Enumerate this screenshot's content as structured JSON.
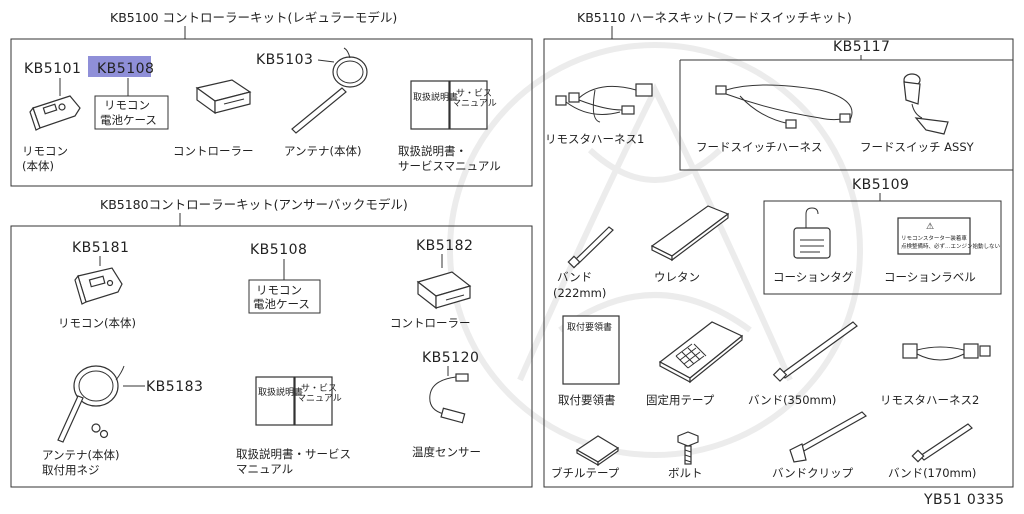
{
  "diagram": {
    "figure_id": "YB51 0335",
    "kit_regular": {
      "title": "KB5100 コントローラーキット(レギュラーモデル)",
      "remote_code": "KB5101",
      "battery_case_code": "KB5108",
      "battery_case_label_1": "リモコン",
      "battery_case_label_2": "電池ケース",
      "remote_label_1": "リモコン",
      "remote_label_2": "(本体)",
      "controller_label": "コントローラー",
      "antenna_code": "KB5103",
      "antenna_label": "アンテナ(本体)",
      "manual_label_1": "取扱説明書・",
      "manual_label_2": "サービスマニュアル",
      "booklet_1": "取扱説明書",
      "booklet_2_line1": "サ・ビス",
      "booklet_2_line2": "マニュアル"
    },
    "kit_answerback": {
      "title": "KB5180コントローラーキット(アンサーバックモデル)",
      "remote_code": "KB5181",
      "remote_label": "リモコン(本体)",
      "battery_case_code": "KB5108",
      "battery_case_label_1": "リモコン",
      "battery_case_label_2": "電池ケース",
      "controller_code": "KB5182",
      "controller_label": "コントローラー",
      "antenna_code": "KB5183",
      "antenna_label_1": "アンテナ(本体)",
      "antenna_label_2": "取付用ネジ",
      "manual_label_1": "取扱説明書・サービス",
      "manual_label_2": "マニュアル",
      "booklet_1": "取扱説明書",
      "booklet_2_line1": "サ・ビス",
      "booklet_2_line2": "マニュアル",
      "sensor_code": "KB5120",
      "sensor_label": "温度センサー"
    },
    "harness_kit": {
      "title": "KB5110 ハーネスキット(フードスイッチキット)",
      "remote_harness_1": "リモスタハーネス1",
      "hood_code": "KB5117",
      "hood_harness": "フードスイッチハーネス",
      "hood_switch": "フードスイッチ ASSY",
      "caution_code": "KB5109",
      "caution_tag": "コーションタグ",
      "caution_label": "コーションラベル",
      "caution_label_text_1": "リモコンスターター装着車",
      "caution_label_text_2": "点検整備時、必ず…エンジン始動しない",
      "band_222_1": "バンド",
      "band_222_2": "(222mm)",
      "urethane": "ウレタン",
      "install_guide": "取付要領書",
      "install_guide_cover": "取付要領書",
      "fixing_tape": "固定用テープ",
      "band_350": "バンド(350mm)",
      "remote_harness_2": "リモスタハーネス2",
      "butyl_tape": "ブチルテープ",
      "bolt": "ボルト",
      "band_clip": "バンドクリップ",
      "band_170": "バンド(170mm)"
    }
  }
}
